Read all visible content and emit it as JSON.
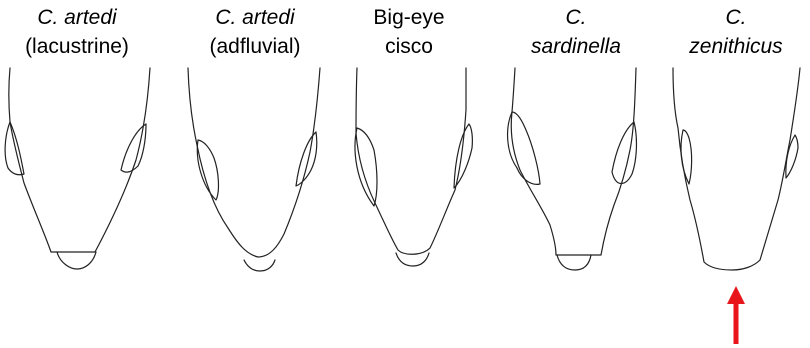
{
  "specimens": [
    {
      "name_line1": "C. artedi",
      "name_line2": "(lacustrine)",
      "line1_italic": true,
      "line2_italic": false
    },
    {
      "name_line1": "C. artedi",
      "name_line2": "(adfluvial)",
      "line1_italic": true,
      "line2_italic": false
    },
    {
      "name_line1": "Big-eye",
      "name_line2": "cisco",
      "line1_italic": false,
      "line2_italic": false
    },
    {
      "name_line1": "C.",
      "name_line2": "sardinella",
      "line1_italic": true,
      "line2_italic": true
    },
    {
      "name_line1": "C.",
      "name_line2": "zenithicus",
      "line1_italic": true,
      "line2_italic": true
    }
  ],
  "arrow": {
    "color": "#e8161b",
    "points_to_specimen": 5
  },
  "colors": {
    "outline": "#222222",
    "background": "#ffffff"
  }
}
